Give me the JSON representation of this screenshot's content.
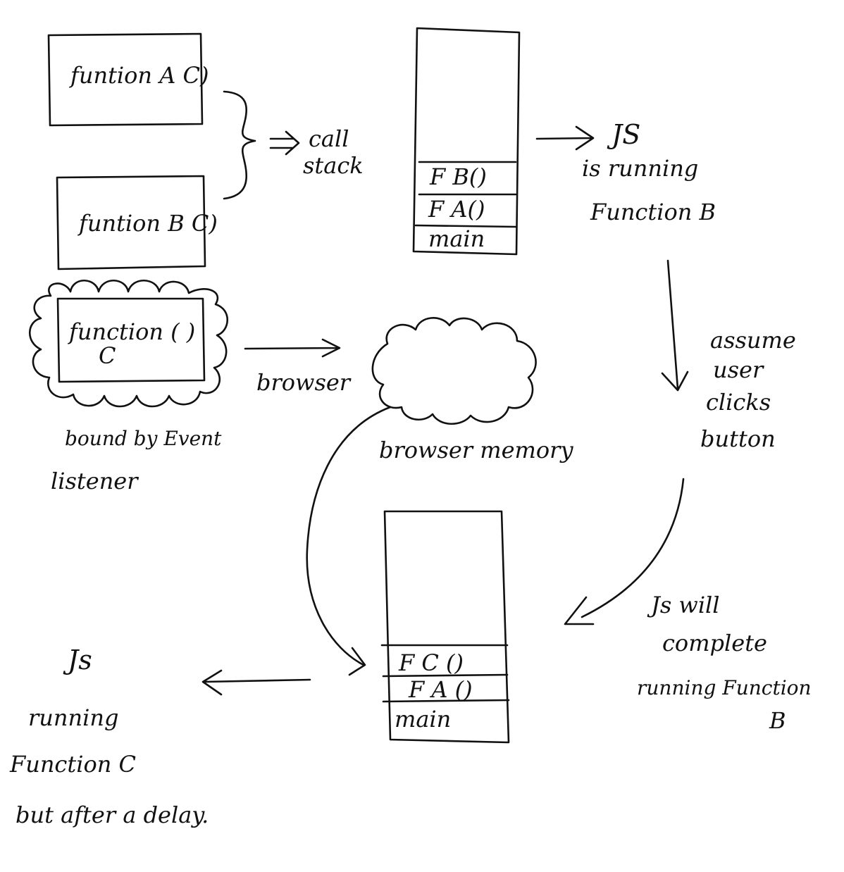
{
  "boxes": {
    "function_a": "funtion A C)",
    "function_b": "funtion B C)",
    "function_c_line1": "function ( )",
    "function_c_line2": "C"
  },
  "labels": {
    "call": "call",
    "stack": "stack",
    "bound_line1": "bound by Event",
    "bound_line2": "listener",
    "browser": "browser",
    "browser_memory": "browser memory"
  },
  "stack_top": {
    "frames": [
      "F B()",
      "F A()",
      "main"
    ]
  },
  "stack_bottom": {
    "frames": [
      "F C ()",
      "F A ()",
      "main"
    ]
  },
  "notes": {
    "js_running_b": [
      "JS",
      "is running",
      "Function B"
    ],
    "assume_click": [
      "assume",
      "user",
      "clicks",
      "button"
    ],
    "js_complete": [
      "Js will",
      "complete",
      "running Function",
      "B"
    ],
    "js_running_c": [
      "Js",
      "running",
      "Function C",
      "but after a delay."
    ]
  }
}
